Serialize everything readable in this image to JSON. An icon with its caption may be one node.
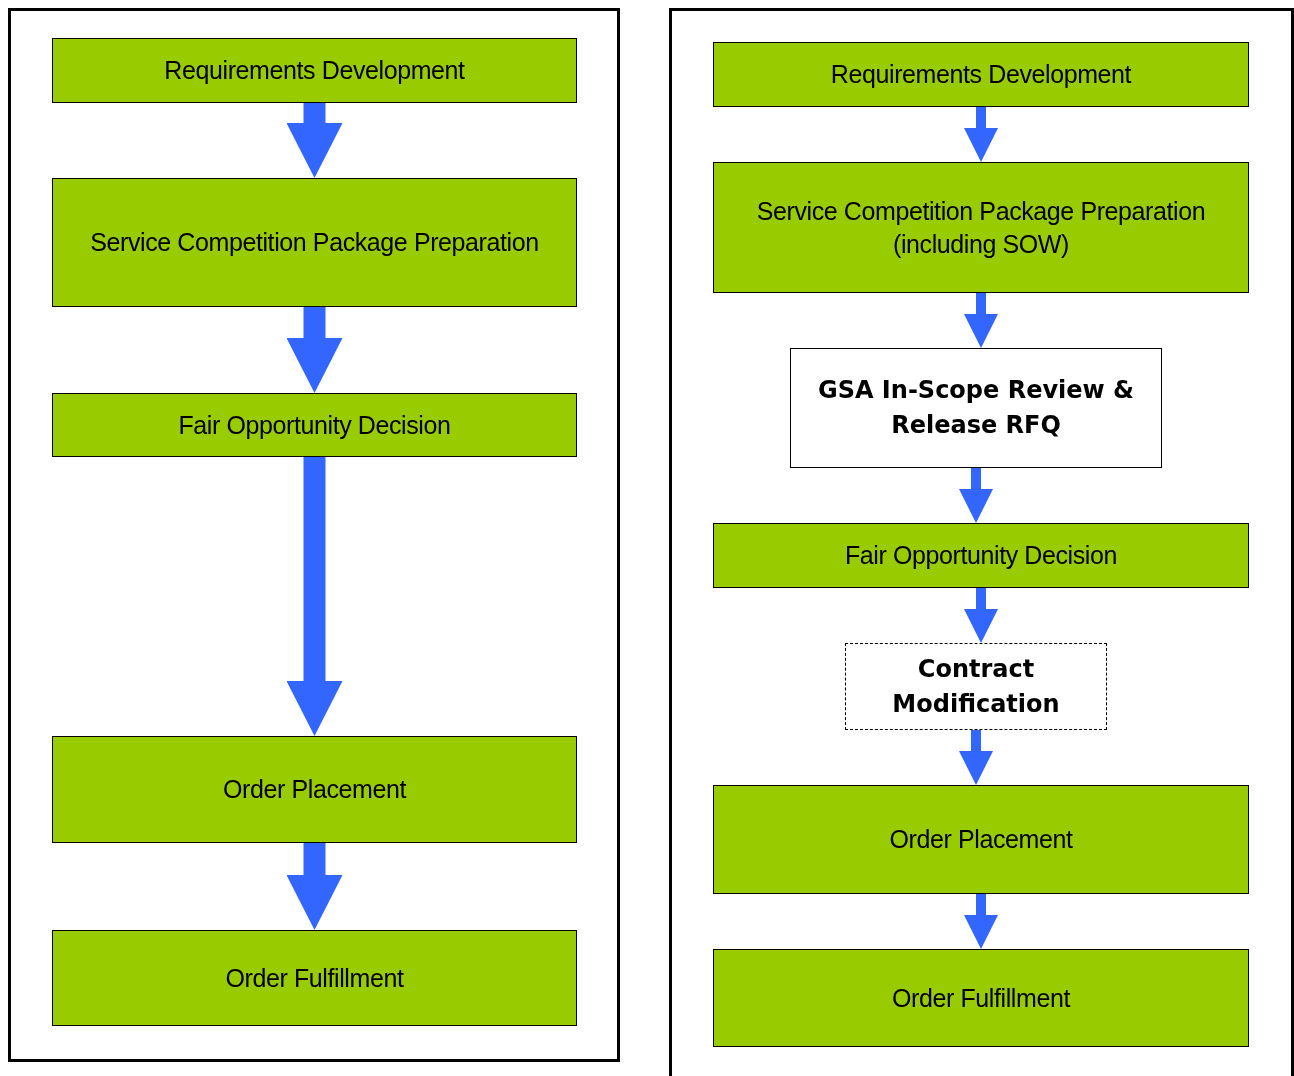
{
  "diagram": {
    "nodes": [
      {
        "text": [],
        "shape": "box"
      },
      {
        "text": [
          "Requirements Development"
        ],
        "in": 0
      },
      {
        "text": [
          "Service Competition Package Preparation"
        ],
        "in": 0
      },
      {
        "text": [
          "Fair Opportunity Decision"
        ],
        "in": 0
      },
      {
        "text": [
          "Order Placement"
        ],
        "in": 0
      },
      {
        "text": [
          "Order Fulfillment"
        ],
        "in": 0
      },
      {
        "text": [],
        "shape": "box"
      },
      {
        "text": [
          "Requirements Development"
        ],
        "in": 6
      },
      {
        "text": [
          "Service Competition Package Preparation (including SOW)"
        ],
        "in": 6
      },
      {
        "text": [
          "GSA In-Scope Review & Release RFQ"
        ],
        "in": 6
      },
      {
        "text": [
          "Fair Opportunity Decision"
        ],
        "in": 6
      },
      {
        "text": [
          "Contract Modification"
        ],
        "in": 6
      },
      {
        "text": [
          "Order Placement"
        ],
        "in": 6
      },
      {
        "text": [
          "Order Fulfillment"
        ],
        "in": 6
      }
    ],
    "edges": [
      {
        "from": 1,
        "to": 2,
        "arrow": "to",
        "style": "thick"
      },
      {
        "from": 2,
        "to": 3,
        "arrow": "to",
        "style": "thick"
      },
      {
        "from": 3,
        "to": 4,
        "arrow": "to",
        "style": "thick"
      },
      {
        "from": 4,
        "to": 5,
        "arrow": "to",
        "style": "thick"
      },
      {
        "from": 7,
        "to": 8,
        "arrow": "to"
      },
      {
        "from": 8,
        "to": 9,
        "arrow": "to"
      },
      {
        "from": 9,
        "to": 10,
        "arrow": "to"
      },
      {
        "from": 10,
        "to": 11,
        "arrow": "to"
      },
      {
        "from": 11,
        "to": 12,
        "arrow": "to"
      },
      {
        "from": 12,
        "to": 13,
        "arrow": "to"
      }
    ]
  }
}
